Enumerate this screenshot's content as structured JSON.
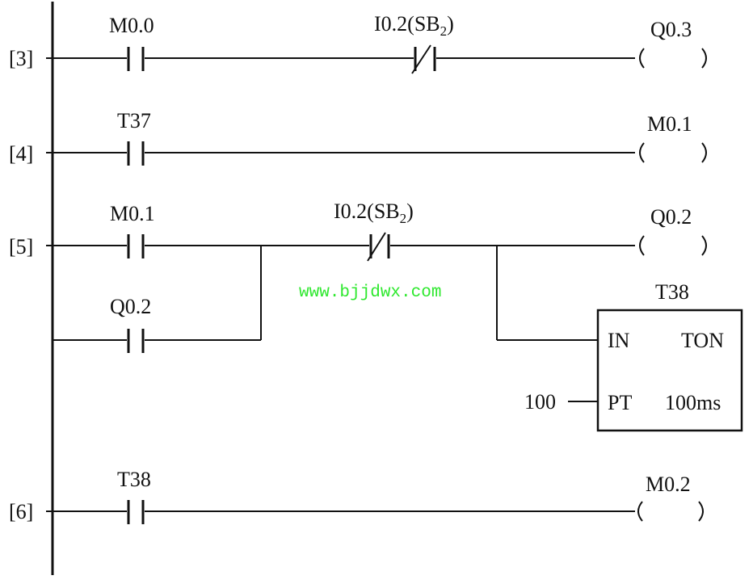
{
  "rungs": [
    {
      "number": "[3]",
      "contact_1": "M0.0",
      "contact_2_main": "I0.2(SB",
      "contact_2_sub": "2",
      "contact_2_close": ")",
      "coil": "Q0.3"
    },
    {
      "number": "[4]",
      "contact_1": "T37",
      "coil": "M0.1"
    },
    {
      "number": "[5]",
      "contact_1": "M0.1",
      "parallel_contact": "Q0.2",
      "contact_2_main": "I0.2(SB",
      "contact_2_sub": "2",
      "contact_2_close": ")",
      "coil": "Q0.2",
      "timer": {
        "name": "T38",
        "in_label": "IN",
        "type_label": "TON",
        "pt_label": "PT",
        "resolution": "100ms",
        "preset": "100"
      }
    },
    {
      "number": "[6]",
      "contact_1": "T38",
      "coil": "M0.2"
    }
  ],
  "watermark": "www.bjjdwx.com",
  "colors": {
    "ink": "#111111",
    "watermark": "#2ee82e",
    "background": "#ffffff"
  }
}
